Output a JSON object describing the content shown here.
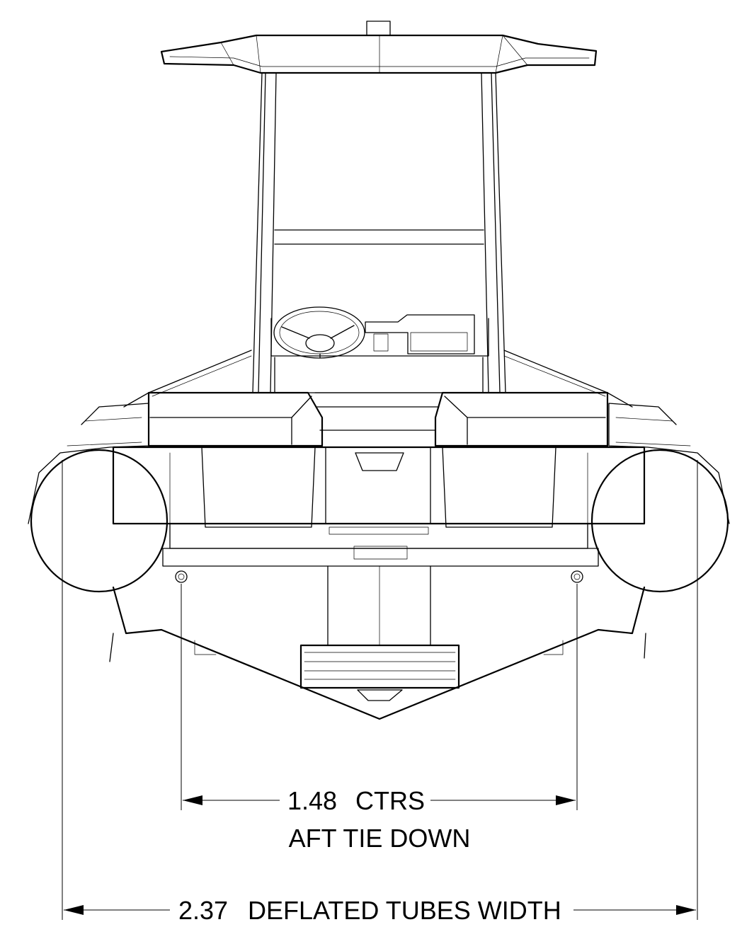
{
  "dimensions": {
    "aft_tie_down": {
      "value": "1.48",
      "unit_label": "CTRS",
      "caption": "AFT TIE DOWN"
    },
    "tubes_width": {
      "value": "2.37",
      "label": "DEFLATED TUBES WIDTH"
    }
  }
}
